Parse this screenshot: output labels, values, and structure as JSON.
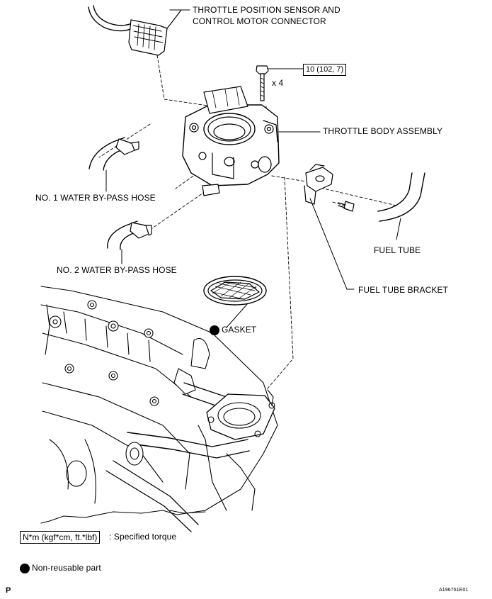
{
  "labels": {
    "tps_connector_line1": "THROTTLE POSITION SENSOR AND",
    "tps_connector_line2": "CONTROL MOTOR CONNECTOR",
    "throttle_body": "THROTTLE BODY ASSEMBLY",
    "water_hose_1": "NO. 1 WATER BY-PASS HOSE",
    "water_hose_2": "NO. 2 WATER BY-PASS HOSE",
    "fuel_tube": "FUEL TUBE",
    "fuel_tube_bracket": "FUEL TUBE BRACKET",
    "gasket": "GASKET",
    "bolt_qty": "x 4"
  },
  "torque": {
    "value": "10 (102, 7)"
  },
  "legend": {
    "torque_format": "N*m (kgf*cm, ft.*lbf)",
    "torque_desc": ": Specified torque",
    "nonreusable_desc": "Non-reusable part"
  },
  "footer": {
    "page_letter": "P",
    "figure_id": "A196761E01"
  }
}
